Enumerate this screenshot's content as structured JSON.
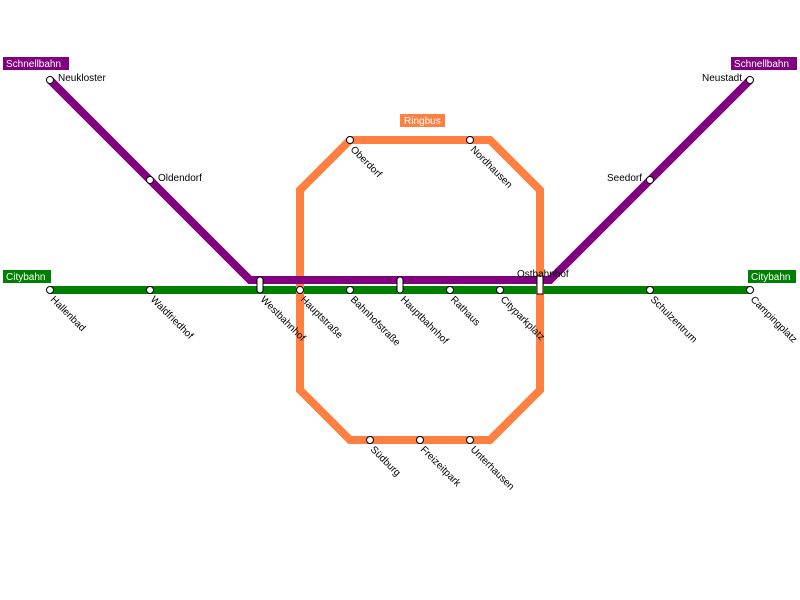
{
  "lines": {
    "schnellbahn": {
      "name": "Schnellbahn",
      "color": "#800080"
    },
    "citybahn": {
      "name": "Citybahn",
      "color": "#008000"
    },
    "ringbus": {
      "name": "Ringbus",
      "color": "#ff8040"
    }
  },
  "stations": {
    "neukloster": "Neukloster",
    "oldendorf": "Oldendorf",
    "neustadt": "Neustadt",
    "seedorf": "Seedorf",
    "ostbahnhof": "Ostbahnhof",
    "hallenbad": "Hallenbad",
    "waldfriedhof": "Waldfriedhof",
    "westbahnhof": "Westbahnhof",
    "hauptstrasse": "Hauptstraße",
    "bahnhofstrasse": "Bahnhofstraße",
    "hauptbahnhof": "Hauptbahnhof",
    "rathaus": "Rathaus",
    "cityparkplatz": "Cityparkplatz",
    "schulzentrum": "Schulzentrum",
    "campingplatz": "Campingplatz",
    "oberdorf": "Oberdorf",
    "nordhausen": "Nordhausen",
    "suedburg": "Südburg",
    "freizeitpark": "Freizeitpark",
    "unterhausen": "Unterhausen"
  }
}
